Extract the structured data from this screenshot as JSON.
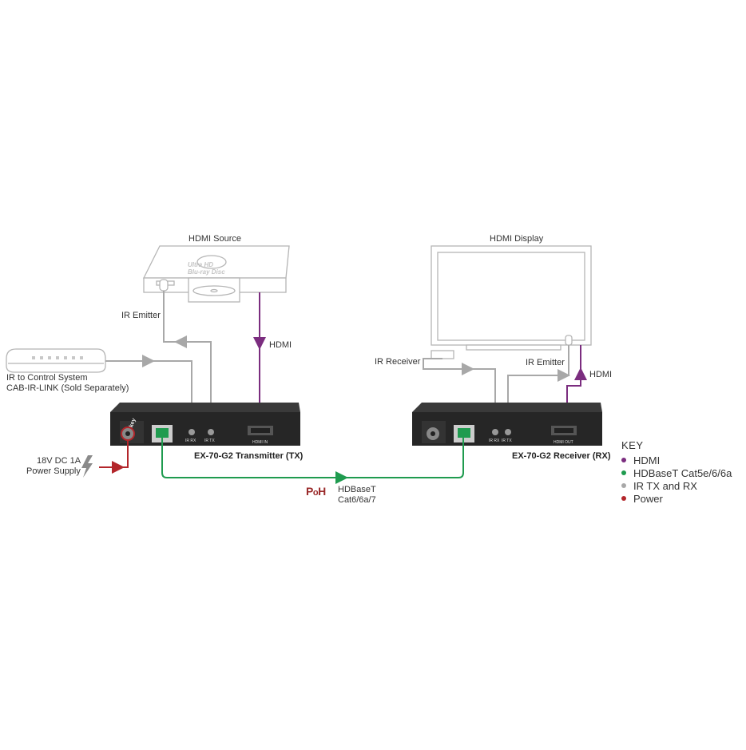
{
  "labels": {
    "hdmi_source": "HDMI Source",
    "hdmi_display": "HDMI Display",
    "ir_emitter_tx": "IR Emitter",
    "ir_emitter_rx": "IR Emitter",
    "ir_receiver": "IR Receiver",
    "hdmi_tx": "HDMI",
    "hdmi_rx": "HDMI",
    "ir_control_line1": "IR to Control System",
    "ir_control_line2": "CAB-IR-LINK (Sold Separately)",
    "power_line1": "18V DC 1A",
    "power_line2": "Power Supply",
    "transmitter": "EX-70-G2 Transmitter (TX)",
    "receiver": "EX-70-G2 Receiver (RX)",
    "hdbaset_line1": "HDBaseT",
    "hdbaset_line2": "Cat6/6a/7",
    "poh_p": "P",
    "poh_o": "o",
    "poh_h": "H",
    "port_ir_rx": "IR RX",
    "port_ir_tx": "IR TX",
    "port_hdmi_in": "HDMI IN",
    "port_hdmi_out": "HDMI OUT"
  },
  "key": {
    "title": "KEY",
    "items": [
      {
        "label": "HDMI",
        "color": "#7b2d7f"
      },
      {
        "label": "HDBaseT Cat5e/6/6a",
        "color": "#1f9b4f"
      },
      {
        "label": "IR TX and RX",
        "color": "#a8a8a8"
      },
      {
        "label": "Power",
        "color": "#b3262b"
      }
    ]
  },
  "colors": {
    "hdmi": "#7b2d7f",
    "hdbaset": "#1f9b4f",
    "ir": "#a8a8a8",
    "power": "#b3262b",
    "device": "#2a2a2a",
    "outline": "#b5b5b5"
  }
}
